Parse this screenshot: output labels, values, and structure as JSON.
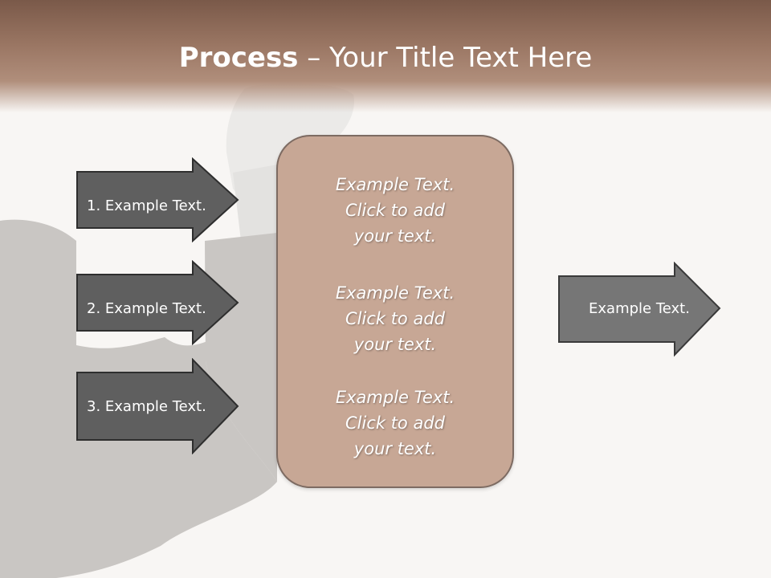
{
  "slide": {
    "title_bold": "Process",
    "title_rest": " – Your Title Text Here"
  },
  "steps": [
    {
      "label": "1. Example Text."
    },
    {
      "label": "2. Example Text."
    },
    {
      "label": "3. Example Text."
    }
  ],
  "center_box": {
    "blocks": [
      {
        "lines": [
          "Example Text.",
          "Click  to add",
          "your text."
        ]
      },
      {
        "lines": [
          "Example Text.",
          "Click  to add",
          "your text."
        ]
      },
      {
        "lines": [
          "Example Text.",
          "Click  to add",
          "your text."
        ]
      }
    ]
  },
  "result": {
    "label": "Example Text."
  },
  "colors": {
    "header": "#9a7663",
    "step_arrow": "#5f5f5f",
    "result_arrow": "#767676",
    "center_box": "#c7a795",
    "silhouette": "#c9c6c3"
  }
}
